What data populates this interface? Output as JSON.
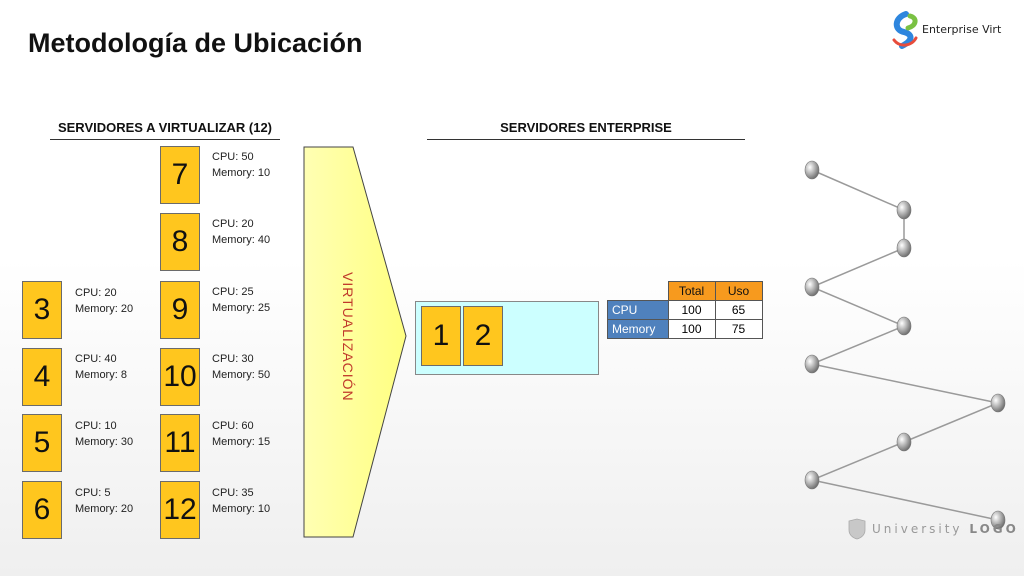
{
  "title": "Metodología de Ubicación",
  "logo": {
    "text": "Enterprise Virt"
  },
  "left_section": {
    "heading": "SERVIDORES A VIRTUALIZAR (12)"
  },
  "right_section": {
    "heading": "SERVIDORES ENTERPRISE"
  },
  "servers": [
    {
      "id": "3",
      "cpu": "CPU: 20",
      "memory": "Memory: 20"
    },
    {
      "id": "4",
      "cpu": "CPU: 40",
      "memory": "Memory: 8"
    },
    {
      "id": "5",
      "cpu": "CPU: 10",
      "memory": "Memory: 30"
    },
    {
      "id": "6",
      "cpu": "CPU: 5",
      "memory": "Memory: 20"
    },
    {
      "id": "7",
      "cpu": "CPU: 50",
      "memory": "Memory: 10"
    },
    {
      "id": "8",
      "cpu": "CPU: 20",
      "memory": "Memory: 40"
    },
    {
      "id": "9",
      "cpu": "CPU: 25",
      "memory": "Memory: 25"
    },
    {
      "id": "10",
      "cpu": "CPU: 30",
      "memory": "Memory: 50"
    },
    {
      "id": "11",
      "cpu": "CPU: 60",
      "memory": "Memory: 15"
    },
    {
      "id": "12",
      "cpu": "CPU: 35",
      "memory": "Memory: 10"
    }
  ],
  "funnel": {
    "label": "VIRTUALIZACIÓN"
  },
  "enterprise_servers": [
    {
      "id": "1"
    },
    {
      "id": "2"
    }
  ],
  "usage_table": {
    "headers": [
      "Total",
      "Uso"
    ],
    "rows": [
      {
        "label": "CPU",
        "total": "100",
        "uso": "65"
      },
      {
        "label": "Memory",
        "total": "100",
        "uso": "75"
      }
    ]
  },
  "footer": {
    "prefix": "University",
    "logo": "LOGO"
  },
  "colors": {
    "server_box": "#FFC61E",
    "funnel": "#FFFF99",
    "enterprise_bg": "#CCFFFF",
    "table_header": "#F79A1E",
    "table_row_label": "#4F81BD",
    "funnel_label": "#c0392b"
  }
}
